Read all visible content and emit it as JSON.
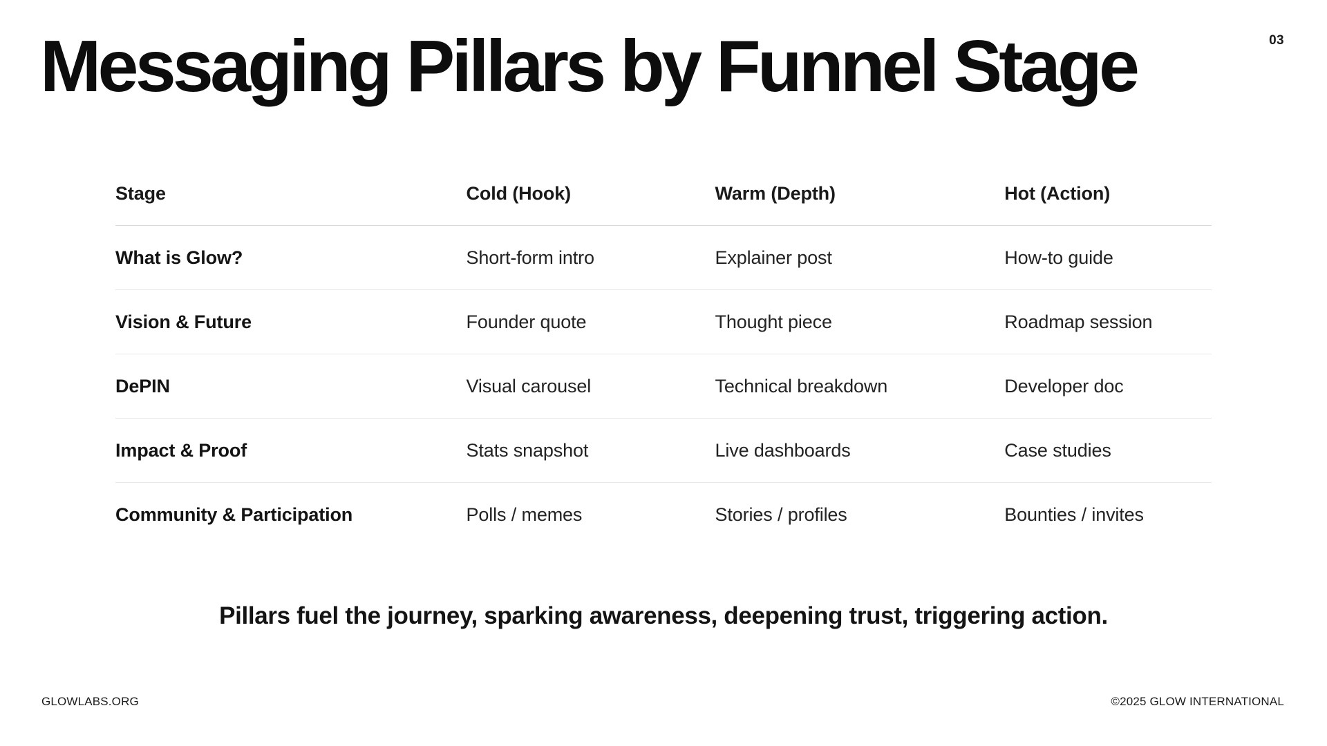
{
  "page": {
    "number": "03"
  },
  "title": "Messaging Pillars by Funnel Stage",
  "table": {
    "columns": {
      "stage": "Stage",
      "cold": "Cold (Hook)",
      "warm": "Warm (Depth)",
      "hot": "Hot (Action)"
    },
    "rows": [
      {
        "stage": "What is Glow?",
        "cold": "Short-form intro",
        "warm": "Explainer post",
        "hot": "How-to guide"
      },
      {
        "stage": "Vision & Future",
        "cold": "Founder quote",
        "warm": "Thought piece",
        "hot": "Roadmap session"
      },
      {
        "stage": "DePIN",
        "cold": "Visual carousel",
        "warm": "Technical breakdown",
        "hot": "Developer doc"
      },
      {
        "stage": "Impact & Proof",
        "cold": "Stats snapshot",
        "warm": "Live dashboards",
        "hot": "Case studies"
      },
      {
        "stage": "Community & Participation",
        "cold": "Polls / memes",
        "warm": "Stories / profiles",
        "hot": "Bounties / invites"
      }
    ]
  },
  "statement": "Pillars fuel the journey, sparking awareness, deepening trust, triggering action.",
  "footer": {
    "left": "GLOWLABS.ORG",
    "right": "©2025 GLOW INTERNATIONAL"
  },
  "colors": {
    "background": "#ffffff",
    "text": "#111111",
    "header_divider": "#d9d9d9",
    "row_divider": "#e7e7e7"
  }
}
